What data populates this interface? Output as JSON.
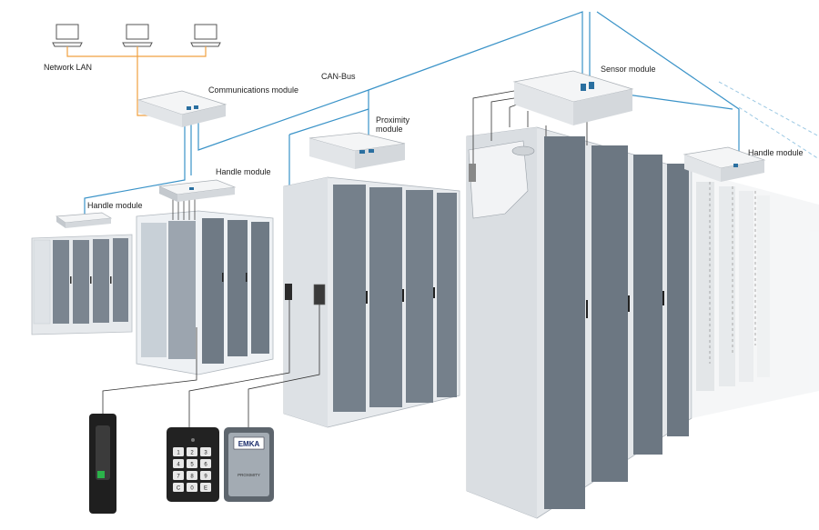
{
  "labels": {
    "network_lan": "Network LAN",
    "communications_module": "Communications module",
    "can_bus": "CAN-Bus",
    "proximity_module_line1": "Proximity",
    "proximity_module_line2": "module",
    "sensor_module": "Sensor module",
    "handle_module_left": "Handle module",
    "handle_module_center": "Handle module",
    "handle_module_right": "Handle module"
  },
  "devices": {
    "keypad_keys": [
      "1",
      "2",
      "3",
      "4",
      "5",
      "6",
      "7",
      "8",
      "9",
      "C",
      "0",
      "E"
    ],
    "reader_brand": "EMKA",
    "reader_label": "PROXIMITY"
  },
  "colors": {
    "lan_cable": "#f0a040",
    "can_bus_cable": "#3a93c8",
    "control_cable": "#333333",
    "cabinet_body": "#e8ebee",
    "cabinet_door": "#7f8a94"
  }
}
